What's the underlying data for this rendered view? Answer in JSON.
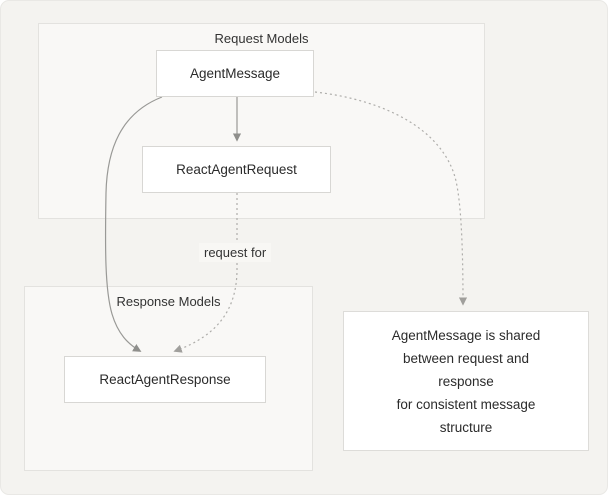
{
  "diagram": {
    "groups": {
      "request": {
        "title": "Request Models"
      },
      "response": {
        "title": "Response Models"
      }
    },
    "nodes": {
      "agent_message": {
        "label": "AgentMessage"
      },
      "react_agent_request": {
        "label": "ReactAgentRequest"
      },
      "react_agent_response": {
        "label": "ReactAgentResponse"
      }
    },
    "edges": {
      "request_for_label": "request for"
    },
    "note": {
      "lines": [
        "AgentMessage is shared",
        "between request and",
        "response",
        "for consistent message",
        "structure"
      ]
    },
    "colors": {
      "canvas_background": "#f4f3f0",
      "group_background": "#f9f8f6",
      "group_border": "#e3e2df",
      "node_background": "#ffffff",
      "node_border": "#d8d7d4",
      "note_background": "#ffffff",
      "edge_solid": "#999996",
      "edge_dotted": "#aeadaa",
      "text": "#2b2b2b"
    }
  }
}
